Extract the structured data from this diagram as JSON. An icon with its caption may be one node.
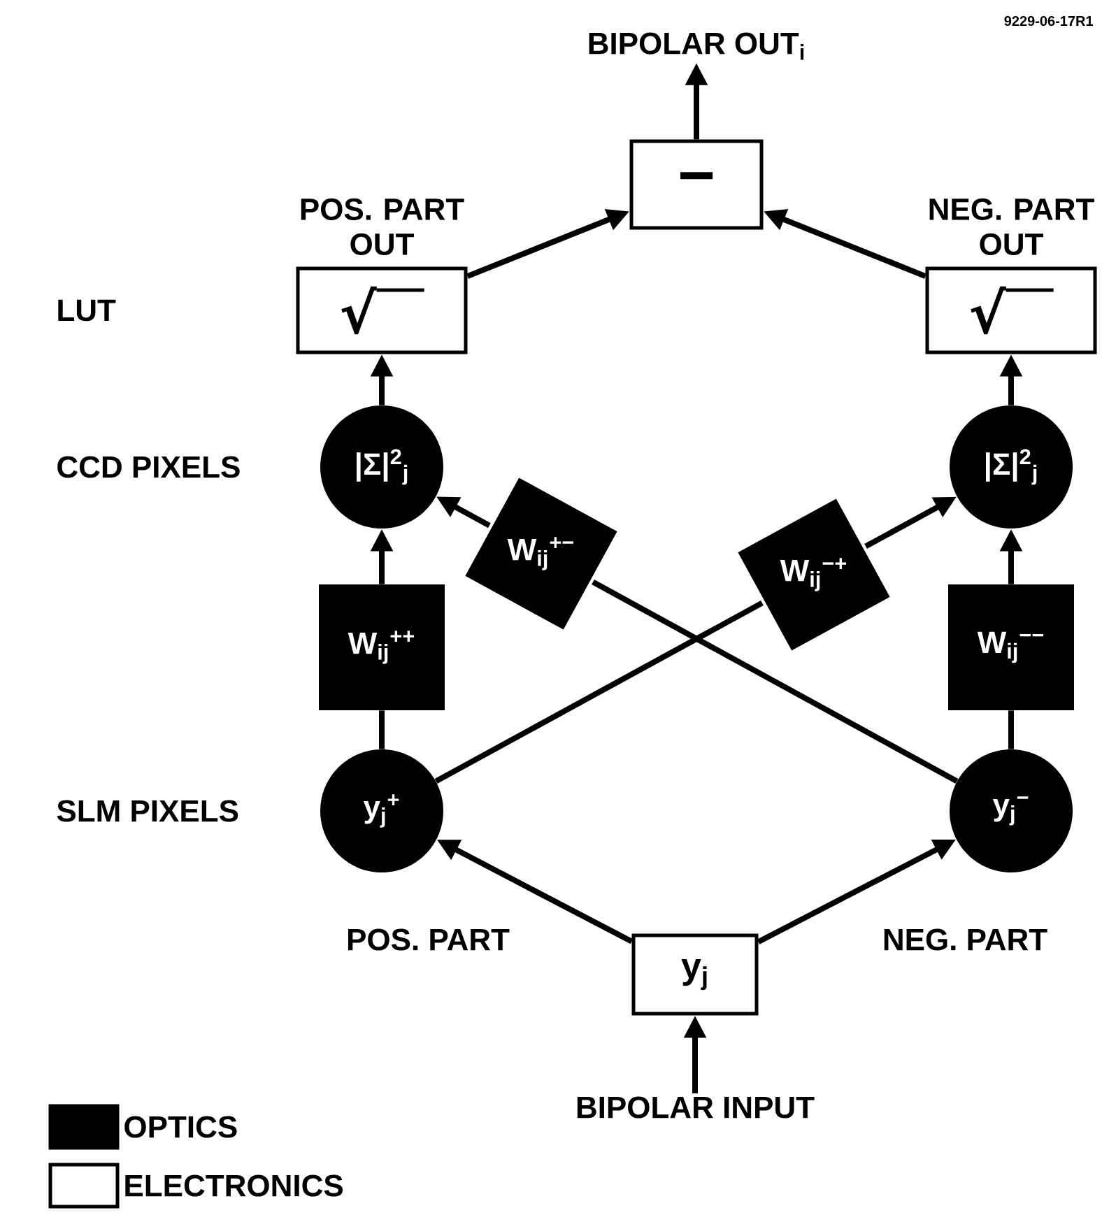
{
  "diagram": {
    "nodes": [
      {
        "text": [
          "−"
        ]
      },
      {
        "text": [
          "POS. PART OUT",
          "√"
        ]
      },
      {
        "text": [
          "NEG. PART OUT",
          "√"
        ]
      },
      {
        "text": [
          "|Σ|$^{2}$$_{j}$"
        ]
      },
      {
        "text": [
          "|Σ|$^{2}$$_{j}$"
        ]
      },
      {
        "text": [
          "W$_{ij}$$^{++}$"
        ]
      },
      {
        "text": [
          "W$_{ij}$$^{+−}$"
        ]
      },
      {
        "text": [
          "W$_{ij}$$^{−+}$"
        ]
      },
      {
        "text": [
          "W$_{ij}$$^{−−}$"
        ]
      },
      {
        "text": [
          "y$_{j}$$^{+}$"
        ]
      },
      {
        "text": [
          "y$_{j}$$^{−}$"
        ]
      },
      {
        "text": [
          "y$_{j}$"
        ]
      },
      {
        "text": [
          "BIPOLAR INPUT"
        ]
      },
      {
        "text": [
          "BIPOLAR OUT$_{i}$"
        ]
      }
    ],
    "edges": [
      {
        "from": 12,
        "to": 11,
        "arrow": "to"
      },
      {
        "from": 11,
        "to": 9,
        "arrow": "to",
        "label": "POS. PART"
      },
      {
        "from": 11,
        "to": 10,
        "arrow": "to",
        "label": "NEG. PART"
      },
      {
        "from": 9,
        "to": 5,
        "arrow": "none"
      },
      {
        "from": 5,
        "to": 3,
        "arrow": "to"
      },
      {
        "from": 10,
        "to": 8,
        "arrow": "none"
      },
      {
        "from": 8,
        "to": 4,
        "arrow": "to"
      },
      {
        "from": 10,
        "to": 6,
        "arrow": "none"
      },
      {
        "from": 6,
        "to": 3,
        "arrow": "to"
      },
      {
        "from": 9,
        "to": 7,
        "arrow": "none"
      },
      {
        "from": 7,
        "to": 4,
        "arrow": "to"
      },
      {
        "from": 3,
        "to": 1,
        "arrow": "to"
      },
      {
        "from": 4,
        "to": 2,
        "arrow": "to"
      },
      {
        "from": 1,
        "to": 0,
        "arrow": "to"
      },
      {
        "from": 2,
        "to": 0,
        "arrow": "to"
      },
      {
        "from": 0,
        "to": 13,
        "arrow": "to"
      }
    ],
    "labels": [
      "9229-06-17R1",
      "LUT",
      "CCD PIXELS",
      "SLM PIXELS"
    ],
    "legend": [
      {
        "text": "OPTICS",
        "color": "#000000"
      },
      {
        "text": "ELECTRONICS"
      }
    ]
  }
}
